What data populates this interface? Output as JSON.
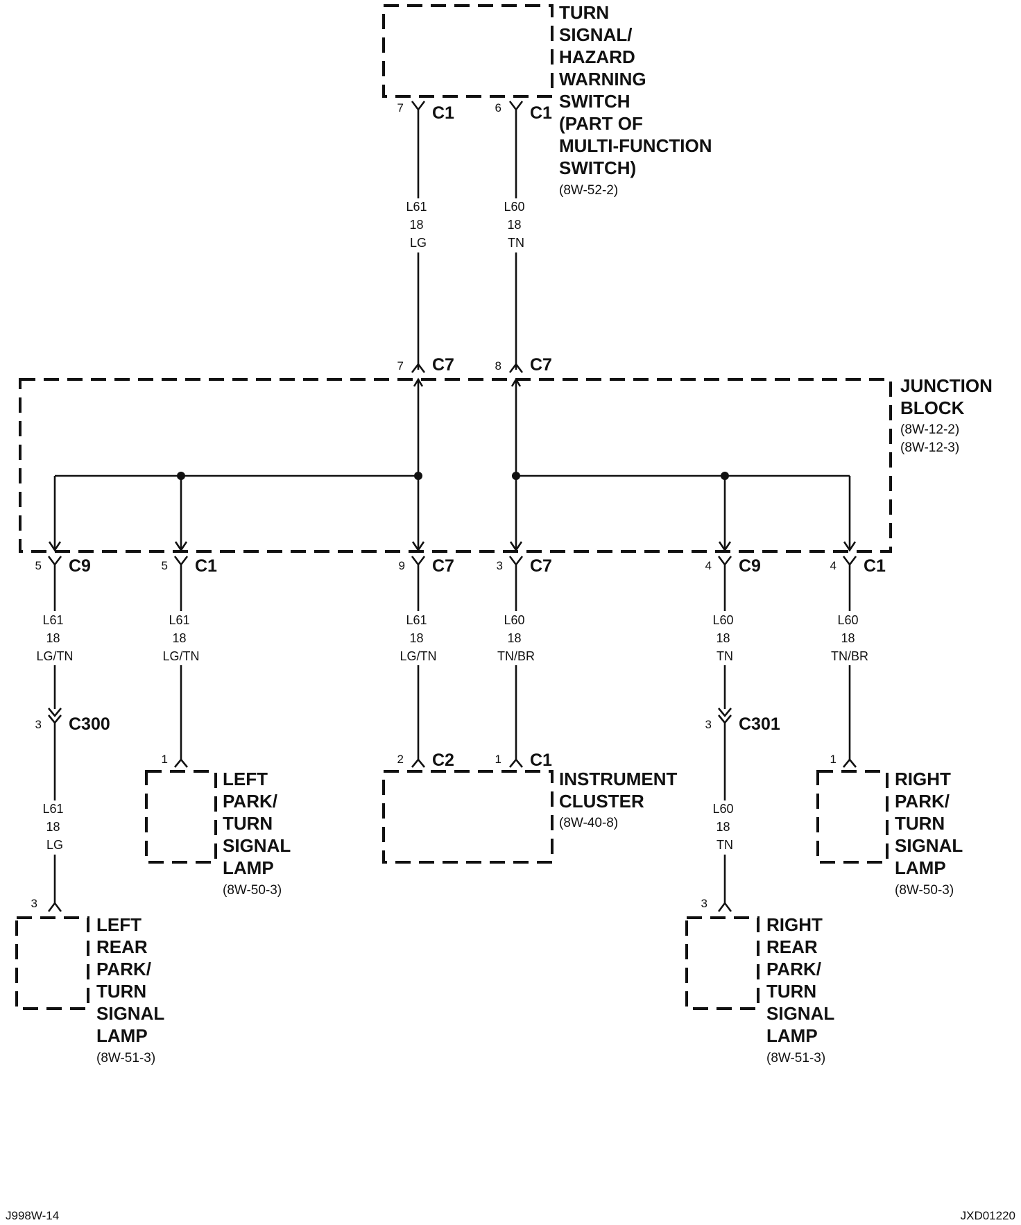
{
  "components": {
    "turn_signal_switch": {
      "lines": [
        "TURN",
        "SIGNAL/",
        "HAZARD",
        "WARNING",
        "SWITCH",
        "(PART OF",
        "MULTI-FUNCTION",
        "SWITCH)"
      ],
      "ref": "(8W-52-2)"
    },
    "junction_block": {
      "lines": [
        "JUNCTION",
        "BLOCK"
      ],
      "refs": [
        "(8W-12-2)",
        "(8W-12-3)"
      ]
    },
    "left_park_turn": {
      "lines": [
        "LEFT",
        "PARK/",
        "TURN",
        "SIGNAL",
        "LAMP"
      ],
      "ref": "(8W-50-3)"
    },
    "instrument_cluster": {
      "lines": [
        "INSTRUMENT",
        "CLUSTER"
      ],
      "ref": "(8W-40-8)"
    },
    "right_park_turn": {
      "lines": [
        "RIGHT",
        "PARK/",
        "TURN",
        "SIGNAL",
        "LAMP"
      ],
      "ref": "(8W-50-3)"
    },
    "left_rear": {
      "lines": [
        "LEFT",
        "REAR",
        "PARK/",
        "TURN",
        "SIGNAL",
        "LAMP"
      ],
      "ref": "(8W-51-3)"
    },
    "right_rear": {
      "lines": [
        "RIGHT",
        "REAR",
        "PARK/",
        "TURN",
        "SIGNAL",
        "LAMP"
      ],
      "ref": "(8W-51-3)"
    }
  },
  "connectors": {
    "sw_c1_left": {
      "pin": "7",
      "name": "C1"
    },
    "sw_c1_right": {
      "pin": "6",
      "name": "C1"
    },
    "jb_c7_in_left": {
      "pin": "7",
      "name": "C7"
    },
    "jb_c7_in_right": {
      "pin": "8",
      "name": "C7"
    },
    "jb_out_1": {
      "pin": "5",
      "name": "C9"
    },
    "jb_out_2": {
      "pin": "5",
      "name": "C1"
    },
    "jb_out_3": {
      "pin": "9",
      "name": "C7"
    },
    "jb_out_4": {
      "pin": "3",
      "name": "C7"
    },
    "jb_out_5": {
      "pin": "4",
      "name": "C9"
    },
    "jb_out_6": {
      "pin": "4",
      "name": "C1"
    },
    "inline_left": {
      "pin": "3",
      "name": "C300"
    },
    "inline_right": {
      "pin": "3",
      "name": "C301"
    },
    "ic_c2": {
      "pin": "2",
      "name": "C2"
    },
    "ic_c1": {
      "pin": "1",
      "name": "C1"
    },
    "left_park_pin": {
      "pin": "1"
    },
    "right_park_pin": {
      "pin": "1"
    },
    "left_rear_pin": {
      "pin": "3"
    },
    "right_rear_pin": {
      "pin": "3"
    }
  },
  "wires": {
    "w_l61_top": [
      "L61",
      "18",
      "LG"
    ],
    "w_l60_top": [
      "L60",
      "18",
      "TN"
    ],
    "w_out_1": [
      "L61",
      "18",
      "LG/TN"
    ],
    "w_out_2": [
      "L61",
      "18",
      "LG/TN"
    ],
    "w_out_3": [
      "L61",
      "18",
      "LG/TN"
    ],
    "w_out_4": [
      "L60",
      "18",
      "TN/BR"
    ],
    "w_out_5": [
      "L60",
      "18",
      "TN"
    ],
    "w_out_6": [
      "L60",
      "18",
      "TN/BR"
    ],
    "w_left_rear": [
      "L61",
      "18",
      "LG"
    ],
    "w_right_rear": [
      "L60",
      "18",
      "TN"
    ]
  },
  "footer": {
    "left": "J998W-14",
    "right": "JXD01220"
  }
}
